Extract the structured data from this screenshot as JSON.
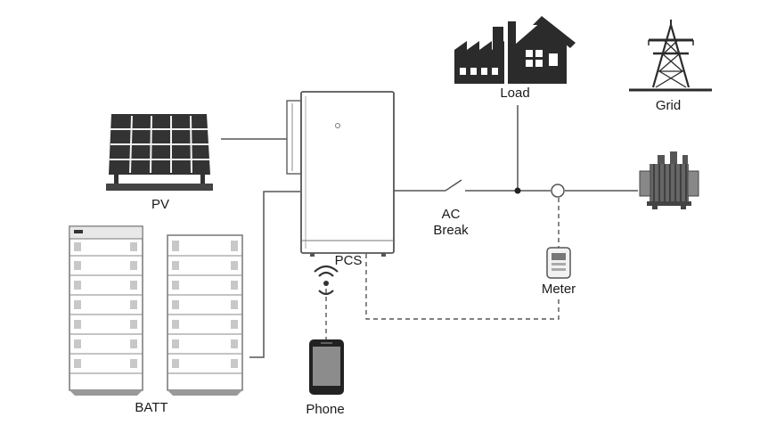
{
  "labels": {
    "pv": "PV",
    "batt": "BATT",
    "pcs": "PCS",
    "phone": "Phone",
    "load": "Load",
    "grid": "Grid",
    "ac_break_line1": "AC",
    "ac_break_line2": "Break",
    "meter": "Meter"
  },
  "colors": {
    "line": "#555555",
    "icon_dark": "#2b2b2b",
    "icon_mid": "#8a8a8a",
    "icon_light": "#e6e6e6"
  }
}
